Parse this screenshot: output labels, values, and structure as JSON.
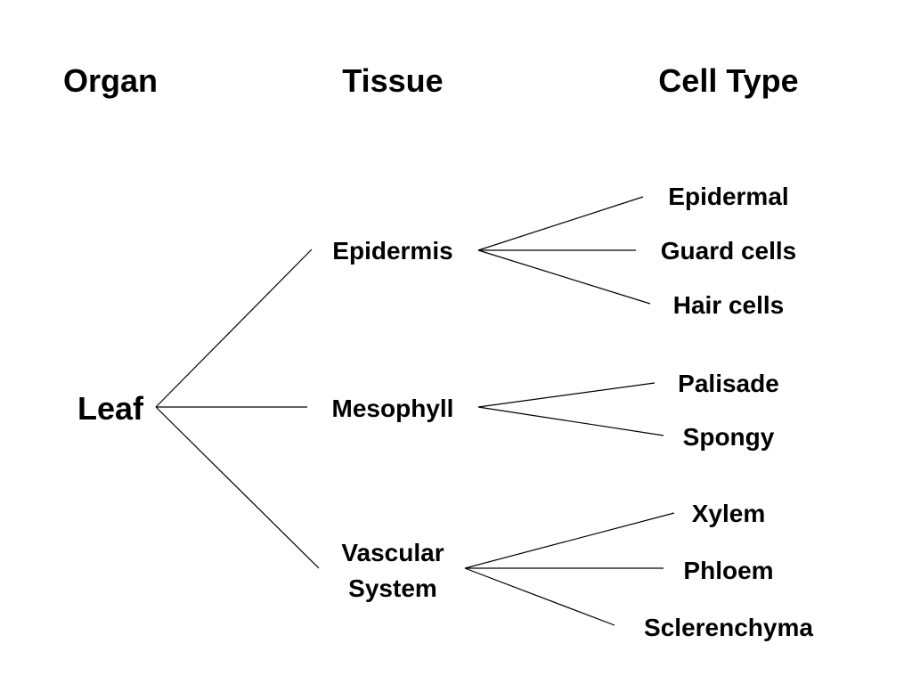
{
  "headers": {
    "organ": "Organ",
    "tissue": "Tissue",
    "cell_type": "Cell Type"
  },
  "organ": "Leaf",
  "tissues": {
    "epidermis": {
      "label": "Epidermis",
      "cells": [
        "Epidermal",
        "Guard cells",
        "Hair cells"
      ]
    },
    "mesophyll": {
      "label": "Mesophyll",
      "cells": [
        "Palisade",
        "Spongy"
      ]
    },
    "vascular": {
      "label_line1": "Vascular",
      "label_line2": "System",
      "cells": [
        "Xylem",
        "Phloem",
        "Sclerenchyma"
      ]
    }
  }
}
